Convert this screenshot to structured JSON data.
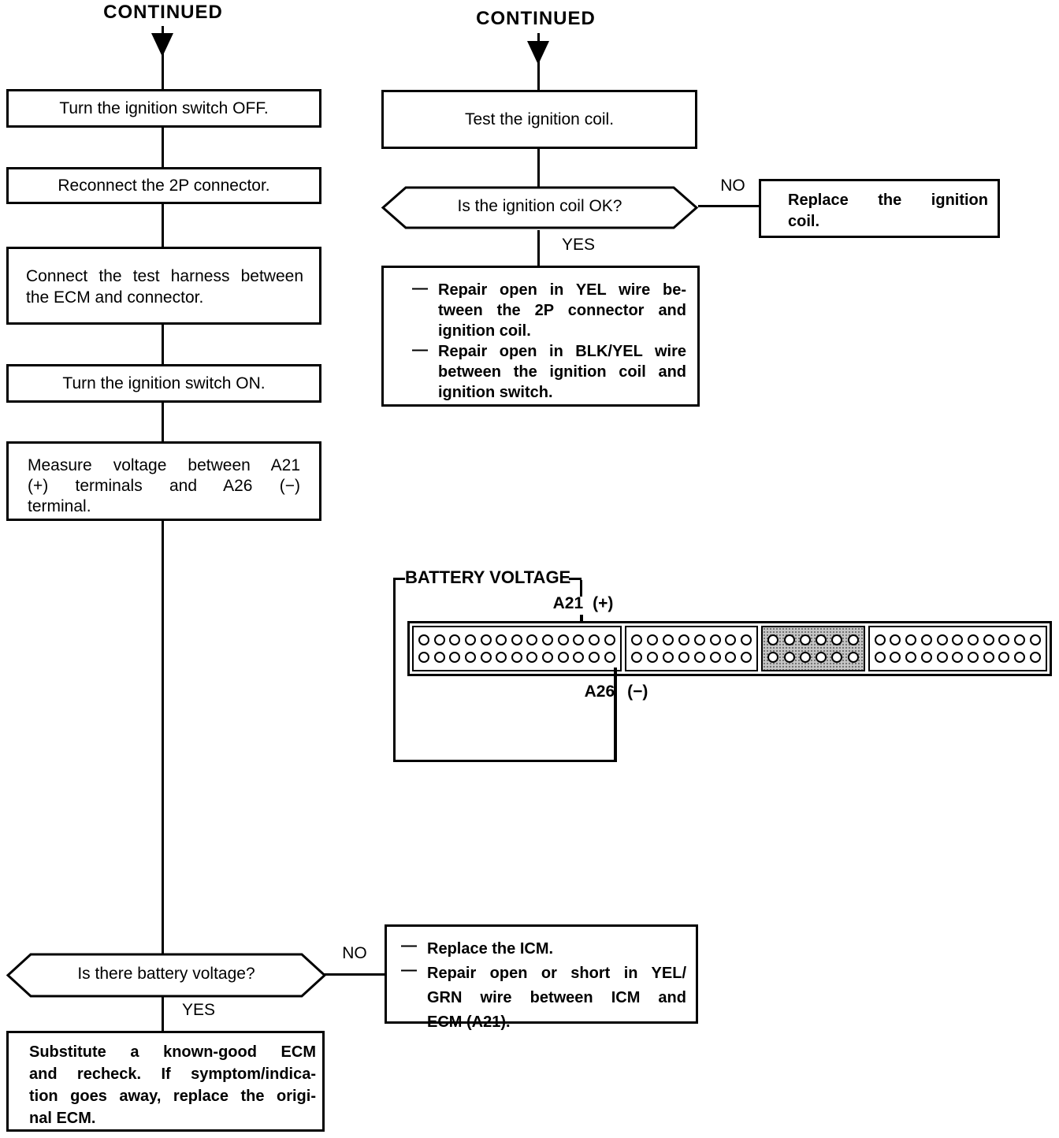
{
  "bullet": "—",
  "left_column": {
    "continued": "CONTINUED",
    "step1": "Turn the ignition switch OFF.",
    "step2": "Reconnect the 2P connector.",
    "step3_lines": [
      "Connect the test harness between",
      "the ECM and connector."
    ],
    "step4": "Turn the ignition switch ON.",
    "step5_lines": [
      "Measure voltage between A21",
      "(+) terminals and A26 (−)",
      "terminal."
    ],
    "decision": "Is there battery voltage?",
    "no_label": "NO",
    "yes_label": "YES",
    "no_result_items": [
      [
        "Replace the ICM."
      ],
      [
        "Repair open or short in YEL/",
        "GRN wire between ICM and",
        "ECM (A21)."
      ]
    ],
    "yes_result_lines": [
      "Substitute a known-good ECM",
      "and recheck. If symptom/indica-",
      "tion goes away, replace the origi-",
      "nal ECM."
    ]
  },
  "right_column": {
    "continued": "CONTINUED",
    "step1": "Test the ignition coil.",
    "decision": "Is the ignition coil OK?",
    "no_label": "NO",
    "yes_label": "YES",
    "no_result_lines": [
      "Replace the ignition",
      "coil."
    ],
    "yes_result_items": [
      [
        "Repair open in YEL wire be-",
        "tween the 2P connector and",
        "ignition coil."
      ],
      [
        "Repair open in BLK/YEL wire",
        "between the ignition coil and",
        "ignition switch."
      ]
    ]
  },
  "connector_diagram": {
    "title": "BATTERY VOLTAGE",
    "a21_label": "A21",
    "a21_sign": "(+)",
    "a26_label": "A26",
    "a26_sign": "(−)",
    "shade_color": "#c6c6c6",
    "ink_color": "#000000",
    "sections": [
      {
        "name": "connector-section-a",
        "top_pins": 13,
        "bottom_pins": 13,
        "shaded": false
      },
      {
        "name": "connector-section-b",
        "top_pins": 8,
        "bottom_pins": 8,
        "shaded": false
      },
      {
        "name": "connector-section-c",
        "top_pins": 6,
        "bottom_pins": 6,
        "shaded": true
      },
      {
        "name": "connector-section-d",
        "top_pins": 11,
        "bottom_pins": 11,
        "shaded": false
      }
    ]
  }
}
